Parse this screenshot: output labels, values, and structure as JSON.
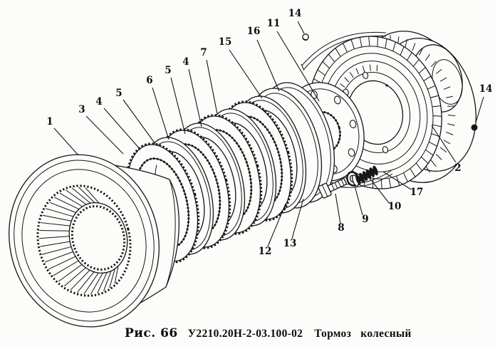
{
  "figure": {
    "fig_label": "Рис. 66",
    "part_number": "У2210.20Н-2-03.100-02",
    "title": "Тормоз колесный"
  },
  "callouts": [
    {
      "label": "1"
    },
    {
      "label": "3"
    },
    {
      "label": "4"
    },
    {
      "label": "5"
    },
    {
      "label": "6"
    },
    {
      "label": "5"
    },
    {
      "label": "4"
    },
    {
      "label": "7"
    },
    {
      "label": "15"
    },
    {
      "label": "16"
    },
    {
      "label": "11"
    },
    {
      "label": "14"
    },
    {
      "label": "14"
    },
    {
      "label": "2"
    },
    {
      "label": "17"
    },
    {
      "label": "10"
    },
    {
      "label": "9"
    },
    {
      "label": "8"
    },
    {
      "label": "13"
    },
    {
      "label": "12"
    }
  ]
}
